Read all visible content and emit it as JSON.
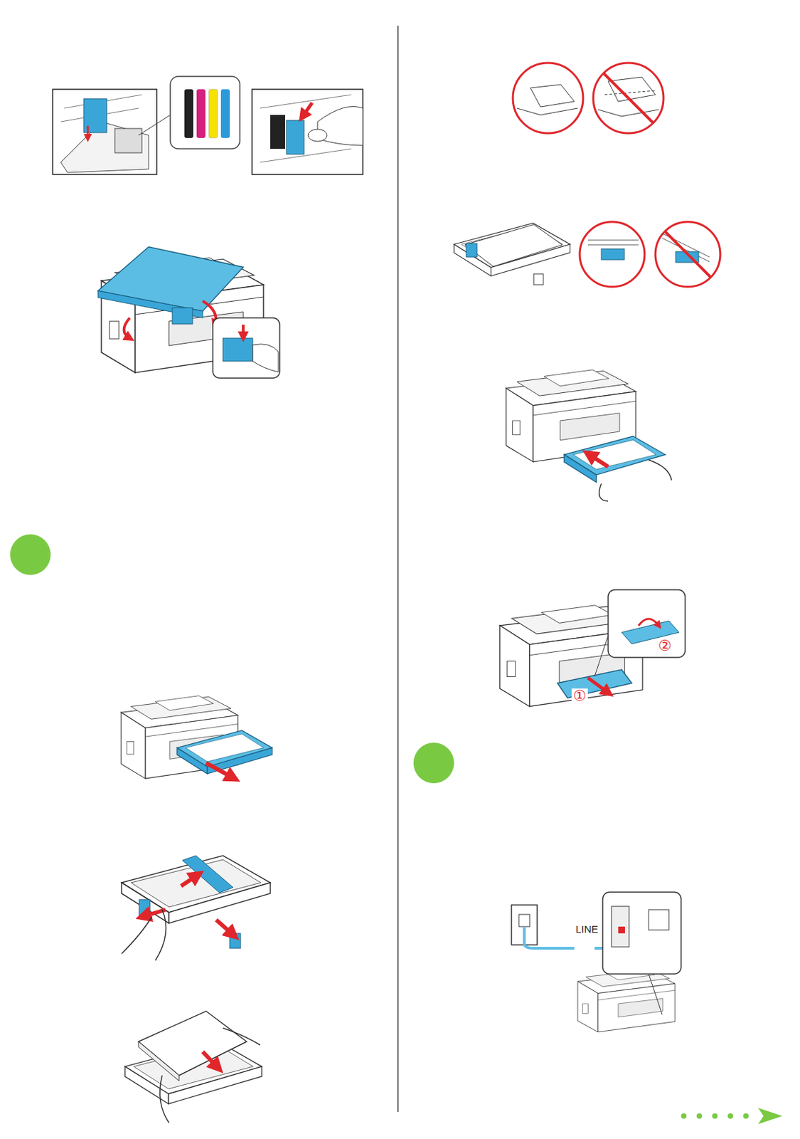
{
  "diagram": {
    "labels": [
      "LINE",
      "①",
      "②"
    ]
  }
}
